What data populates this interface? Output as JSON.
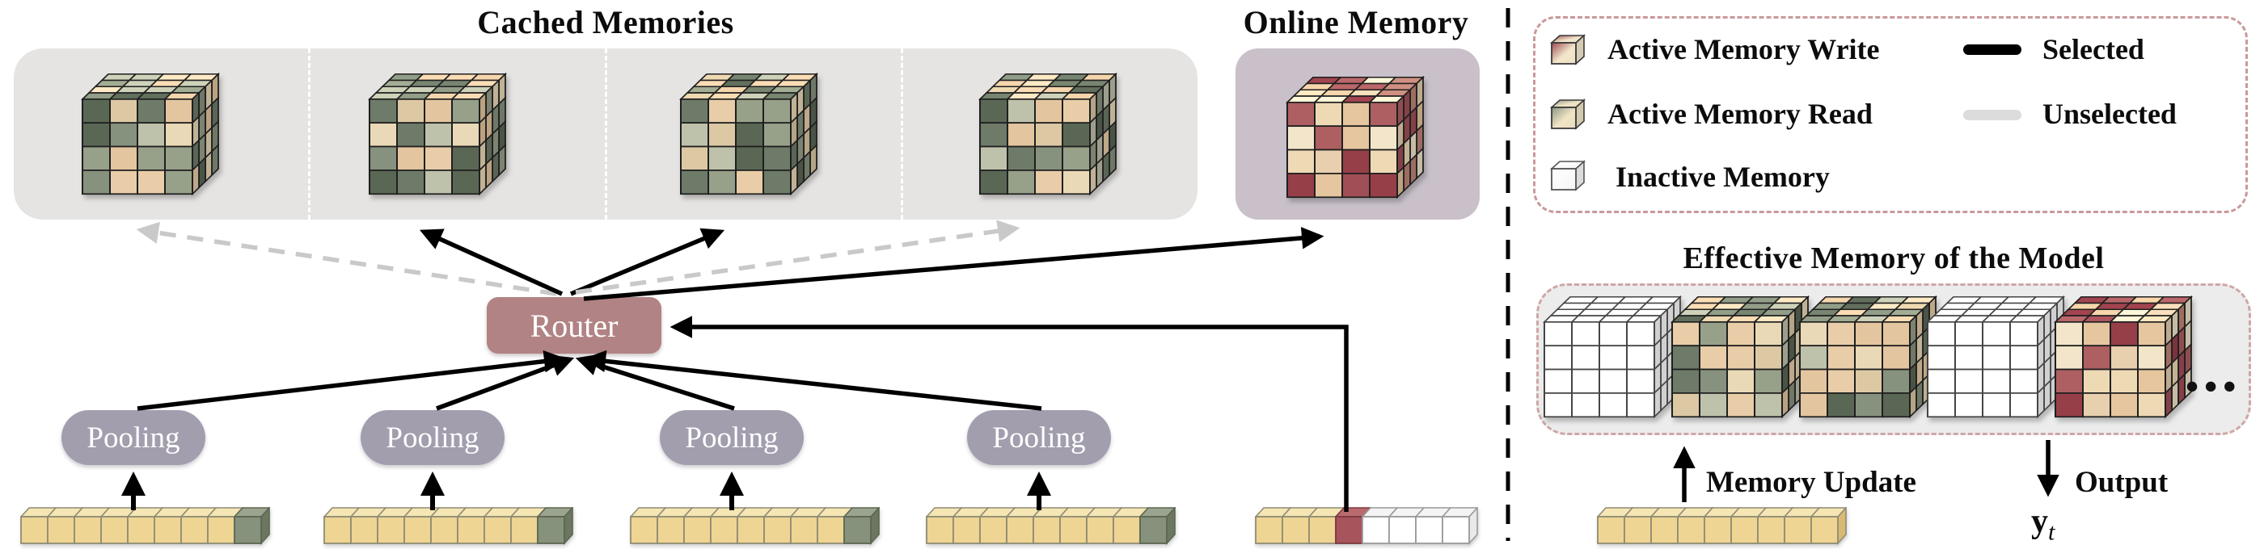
{
  "left_panel": {
    "cached_title": "Cached Memories",
    "online_title": "Online Memory",
    "router_label": "Router",
    "pooling_label": "Pooling"
  },
  "legend": {
    "items": [
      {
        "icon": "active-memory-write-cube-icon",
        "label": "Active Memory Write"
      },
      {
        "icon": "active-memory-read-cube-icon",
        "label": "Active Memory Read"
      },
      {
        "icon": "inactive-memory-cube-icon",
        "label": "Inactive Memory"
      }
    ],
    "selected_label": "Selected",
    "unselected_label": "Unselected"
  },
  "right_panel": {
    "effective_title": "Effective Memory of the Model",
    "memory_update_label": "Memory Update",
    "output_label": "Output",
    "output_symbol": "y",
    "output_subscript": "t",
    "ellipsis": "•••"
  },
  "colors": {
    "selected_line": "#000000",
    "unselected_line": "#dcdcdc",
    "router_fill": "#b28384",
    "pooling_fill": "#a29eae",
    "cached_box_fill": "#e5e4e2",
    "online_box_fill": "#c9c0ca",
    "legend_border": "#c9999b",
    "effective_border": "#cfa6a6",
    "effective_fill": "#ececec",
    "divider": "#000000"
  },
  "palettes": {
    "read": {
      "faces": [
        "#e8cda8",
        "#e3c59f",
        "#6e7b69",
        "#87927e",
        "#bfc2ab",
        "#ead9b6",
        "#5a6755",
        "#97a089",
        "#dcc9a4"
      ],
      "stroke": "#1f1f1f",
      "icon": [
        "#8b9683",
        "#f0e4c5"
      ]
    },
    "write": {
      "faces": [
        "#a14f57",
        "#ad5f62",
        "#eed9b5",
        "#e6c69e",
        "#f2e5c9",
        "#c08578",
        "#963f49",
        "#e8cfae"
      ],
      "stroke": "#1f1f1f",
      "icon": [
        "#9c4a52",
        "#f2e6cb"
      ]
    },
    "inactive": {
      "faces": [
        "#ffffff"
      ],
      "stroke": "#454545",
      "icon": [
        "#ffffff",
        "#fafafa"
      ]
    }
  },
  "cell_colors": {
    "yellow": {
      "face": "#eed593",
      "top": "#f5e6b4",
      "side": "#d9ba74",
      "stroke": "#8f8c74"
    },
    "green": {
      "face": "#87927c",
      "top": "#9aa48e",
      "side": "#6c775f",
      "stroke": "#5d6652"
    },
    "red": {
      "face": "#a8545c",
      "top": "#b96a6d",
      "side": "#8e4149",
      "stroke": "#7c3a40"
    },
    "white": {
      "face": "#ffffff",
      "top": "#f4f4f4",
      "side": "#e9e9e9",
      "stroke": "#9a9a9a"
    }
  },
  "stacks": [
    {
      "type": "read",
      "seed": 11
    },
    {
      "type": "read",
      "seed": 27
    },
    {
      "type": "read",
      "seed": 43
    },
    {
      "type": "read",
      "seed": 59
    },
    {
      "type": "write",
      "seed": 71
    },
    {
      "type": "inactive",
      "seed": 5
    },
    {
      "type": "read",
      "seed": 87
    },
    {
      "type": "read",
      "seed": 101
    },
    {
      "type": "inactive",
      "seed": 7
    },
    {
      "type": "write",
      "seed": 123
    }
  ],
  "strips": [
    {
      "cells": [
        "yellow",
        "yellow",
        "yellow",
        "yellow",
        "yellow",
        "yellow",
        "yellow",
        "yellow",
        "green"
      ]
    },
    {
      "cells": [
        "yellow",
        "yellow",
        "yellow",
        "yellow",
        "yellow",
        "yellow",
        "yellow",
        "yellow",
        "green"
      ]
    },
    {
      "cells": [
        "yellow",
        "yellow",
        "yellow",
        "yellow",
        "yellow",
        "yellow",
        "yellow",
        "yellow",
        "green"
      ]
    },
    {
      "cells": [
        "yellow",
        "yellow",
        "yellow",
        "yellow",
        "yellow",
        "yellow",
        "yellow",
        "yellow",
        "green"
      ]
    },
    {
      "cells": [
        "yellow",
        "yellow",
        "yellow",
        "red",
        "white",
        "white",
        "white",
        "white"
      ]
    },
    {
      "cells": [
        "yellow",
        "yellow",
        "yellow",
        "yellow",
        "yellow",
        "yellow",
        "yellow",
        "yellow",
        "yellow"
      ]
    }
  ]
}
